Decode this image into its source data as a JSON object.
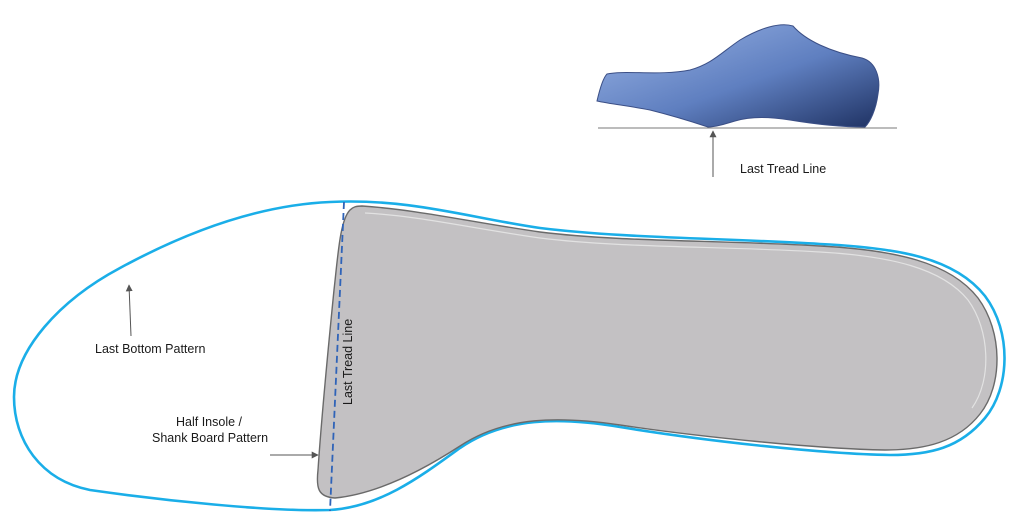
{
  "labels": {
    "last_tread_line_top": "Last Tread Line",
    "last_bottom_pattern": "Last Bottom Pattern",
    "half_insole_line1": "Half Insole /",
    "half_insole_line2": "Shank Board Pattern",
    "last_tread_line_vertical": "Last Tread Line"
  },
  "colors": {
    "last_outline": "#1aaee8",
    "insole_fill": "#c3c1c3",
    "insole_stroke": "#6a6a6a",
    "tread_dash": "#2f63b8",
    "shoe_light": "#8fa9dc",
    "shoe_dark": "#24386b",
    "arrow": "#555555",
    "ground_line": "#7a7a7a"
  }
}
